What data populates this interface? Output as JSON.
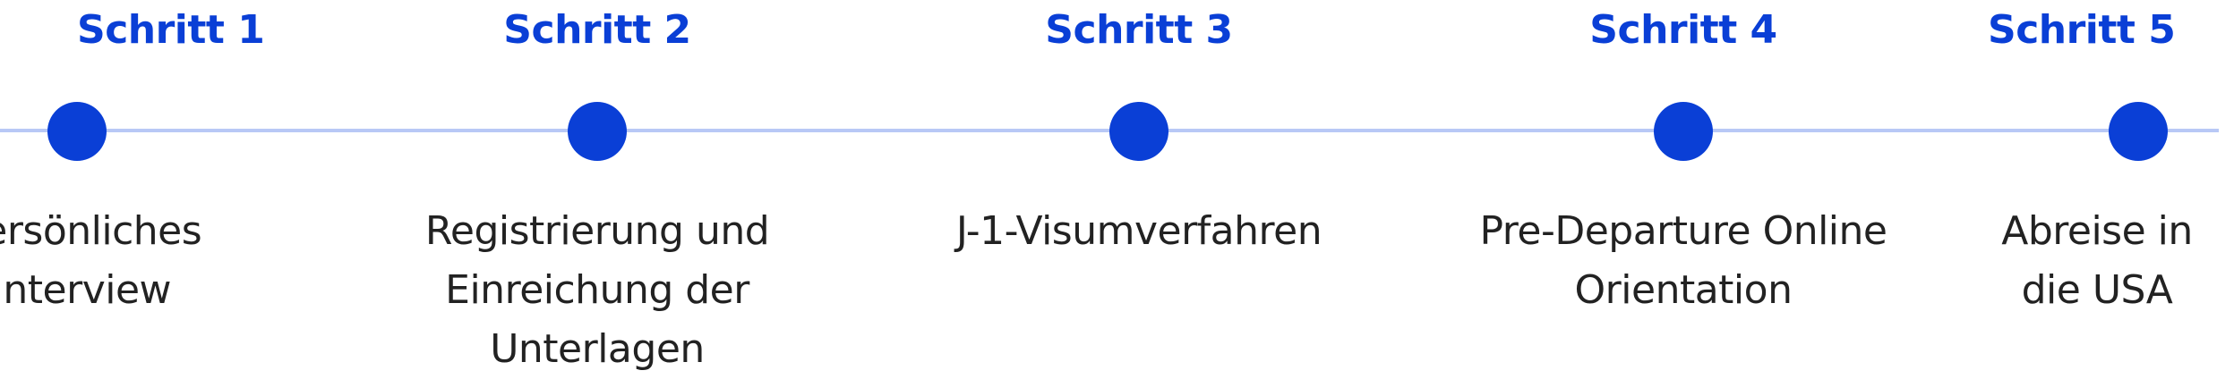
{
  "timeline": {
    "accent_color": "#0a3fd6",
    "line_color": "#b8c8f6",
    "steps": [
      {
        "title": "Schritt 1",
        "lines": [
          "Persönliches",
          "Interview"
        ]
      },
      {
        "title": "Schritt 2",
        "lines": [
          "Registrierung und",
          "Einreichung der",
          "Unterlagen"
        ]
      },
      {
        "title": "Schritt 3",
        "lines": [
          "J-1-Visumverfahren"
        ]
      },
      {
        "title": "Schritt 4",
        "lines": [
          "Pre-Departure Online",
          "Orientation"
        ]
      },
      {
        "title": "Schritt 5",
        "lines": [
          "Abreise in",
          "die USA"
        ]
      }
    ]
  }
}
